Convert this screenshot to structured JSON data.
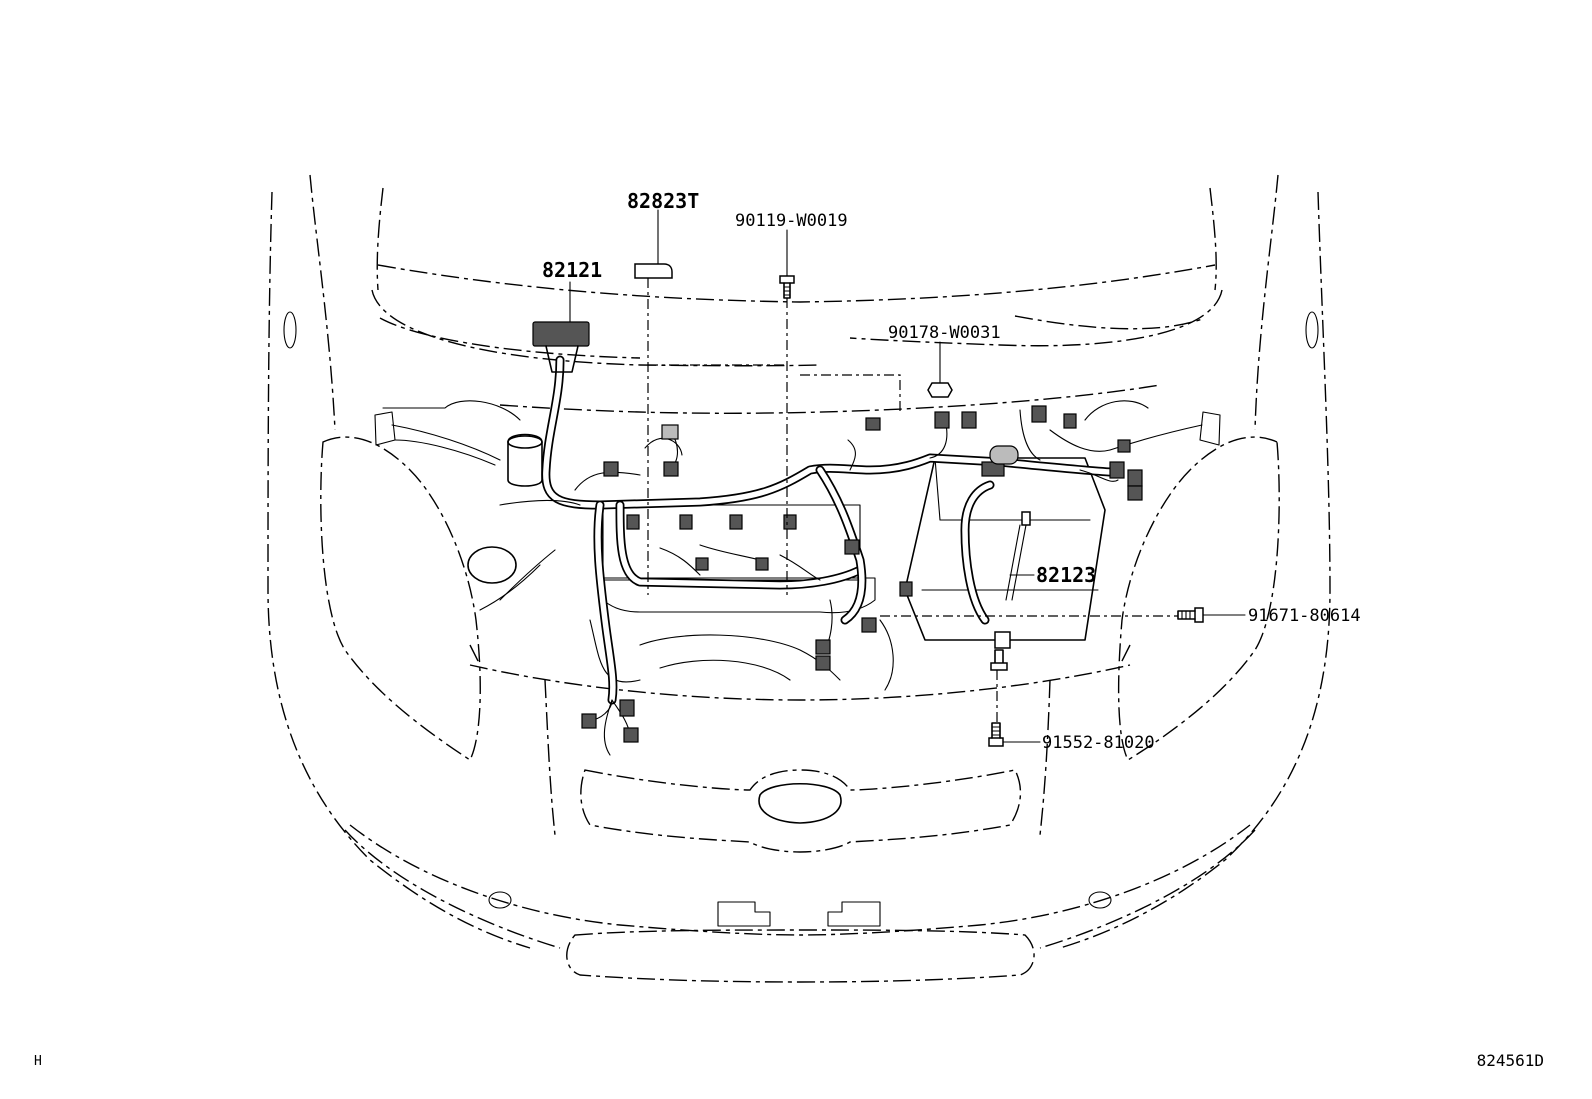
{
  "parts": {
    "p82823T": "82823T",
    "p82121": "82121",
    "p90119": "90119-W0019",
    "p90178": "90178-W0031",
    "p82123": "82123",
    "p91671": "91671-80614",
    "p91552": "91552-81020"
  },
  "corner_left": "H",
  "illustration_id": "824561D"
}
